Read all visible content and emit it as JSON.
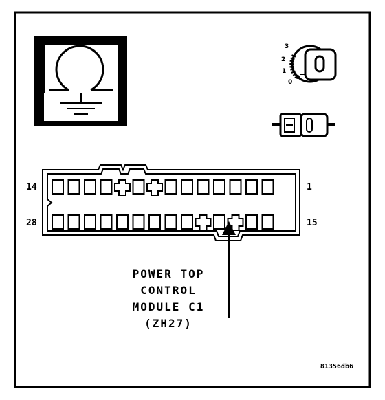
{
  "pin_labels": {
    "top_left": "14",
    "top_right": "1",
    "bottom_left": "28",
    "bottom_right": "15"
  },
  "ignition_positions": [
    "3",
    "2",
    "1",
    "0"
  ],
  "caption": {
    "line1": "POWER TOP",
    "line2": "CONTROL",
    "line3": "MODULE C1",
    "line4": "(ZH27)"
  },
  "reference_code": "81356db6",
  "icons": [
    "ground-meter-icon",
    "ignition-key-icon",
    "connector-plug-icon"
  ],
  "colors": {
    "ink": "#000000",
    "paper": "#ffffff"
  }
}
